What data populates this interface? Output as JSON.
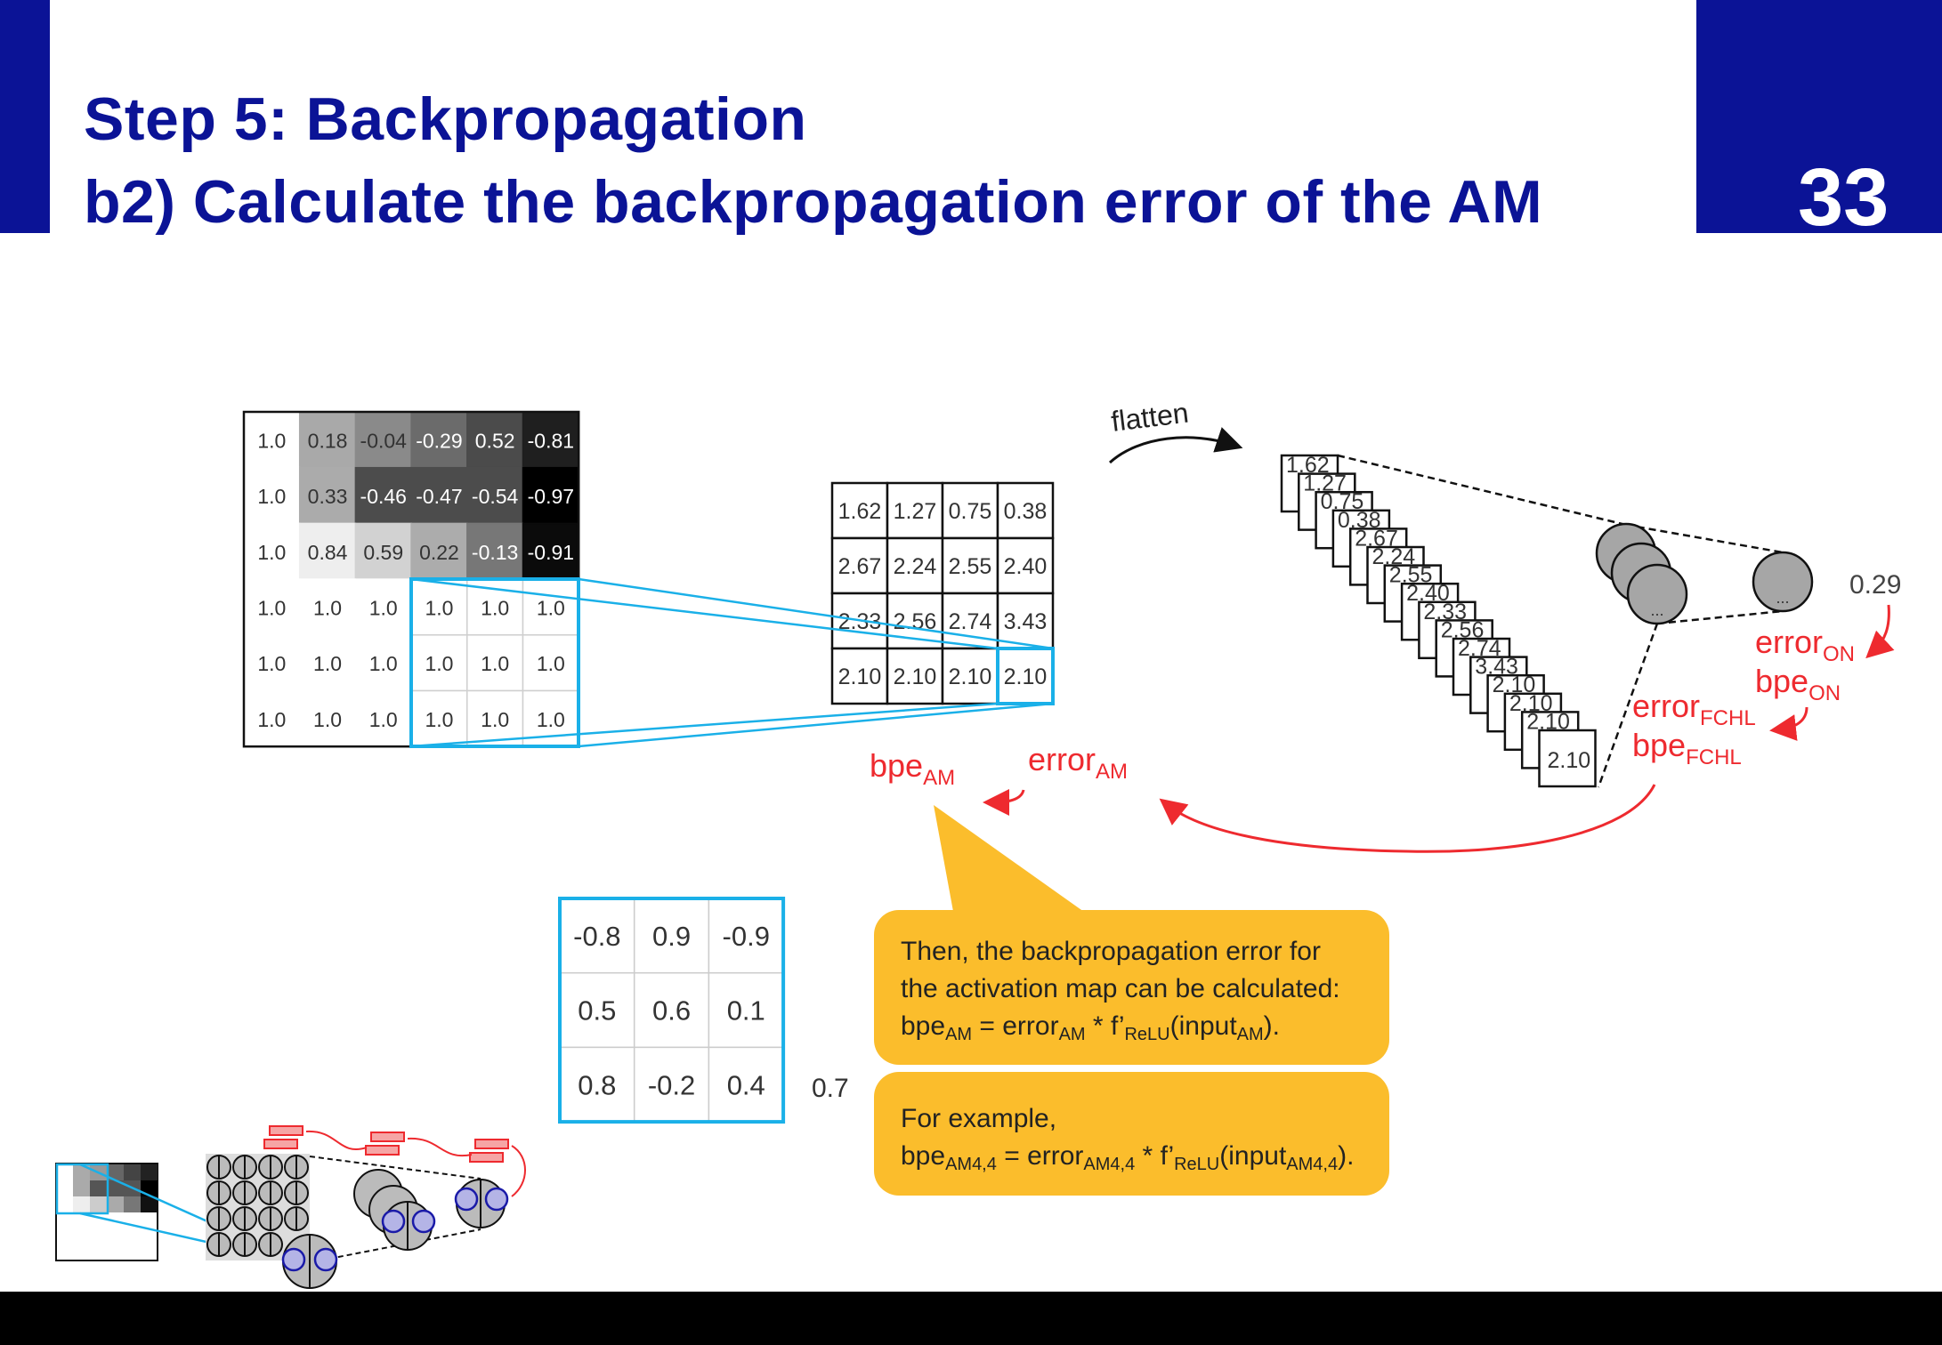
{
  "header": {
    "title_line1": "Step 5: Backpropagation",
    "title_line2": "b2) Calculate the backpropagation error of the AM",
    "page_number": "33",
    "accent_color": "#0b1396"
  },
  "input_matrix": {
    "values": [
      [
        "1.0",
        "0.18",
        "-0.04",
        "-0.29",
        "0.52",
        "-0.81"
      ],
      [
        "1.0",
        "0.33",
        "-0.46",
        "-0.47",
        "-0.54",
        "-0.97"
      ],
      [
        "1.0",
        "0.84",
        "0.59",
        "0.22",
        "-0.13",
        "-0.91"
      ],
      [
        "1.0",
        "1.0",
        "1.0",
        "1.0",
        "1.0",
        "1.0"
      ],
      [
        "1.0",
        "1.0",
        "1.0",
        "1.0",
        "1.0",
        "1.0"
      ],
      [
        "1.0",
        "1.0",
        "1.0",
        "1.0",
        "1.0",
        "1.0"
      ]
    ],
    "shades": [
      [
        "#ffffff",
        "#a9a9a9",
        "#8a8a8a",
        "#6b6b6b",
        "#4b4b4b",
        "#1f1f1f"
      ],
      [
        "#ffffff",
        "#ababab",
        "#4c4c4c",
        "#4c4c4c",
        "#4c4c4c",
        "#000000"
      ],
      [
        "#ffffff",
        "#eeeeee",
        "#d2d2d2",
        "#acacac",
        "#777777",
        "#0b0b0b"
      ],
      [
        "#ffffff",
        "#ffffff",
        "#ffffff",
        "#ffffff",
        "#ffffff",
        "#ffffff"
      ],
      [
        "#ffffff",
        "#ffffff",
        "#ffffff",
        "#ffffff",
        "#ffffff",
        "#ffffff"
      ],
      [
        "#ffffff",
        "#ffffff",
        "#ffffff",
        "#ffffff",
        "#ffffff",
        "#ffffff"
      ]
    ]
  },
  "activation_map": {
    "values": [
      [
        "1.62",
        "1.27",
        "0.75",
        "0.38"
      ],
      [
        "2.67",
        "2.24",
        "2.55",
        "2.40"
      ],
      [
        "2.33",
        "2.56",
        "2.74",
        "3.43"
      ],
      [
        "2.10",
        "2.10",
        "2.10",
        "2.10"
      ]
    ]
  },
  "flatten_label": "flatten",
  "flattened": [
    "1.62",
    "1.27",
    "0.75",
    "0.38",
    "2.67",
    "2.24",
    "2.55",
    "2.40",
    "2.33",
    "2.56",
    "2.74",
    "3.43",
    "2.10",
    "2.10",
    "2.10",
    "2.10"
  ],
  "neuron_ellipsis": "...",
  "output_value": "0.29",
  "labels": {
    "error": "error",
    "bpe": "bpe",
    "on": "ON",
    "fchl": "FCHL",
    "am": "AM"
  },
  "filter_matrix": {
    "values": [
      [
        "-0.8",
        "0.9",
        "-0.9"
      ],
      [
        "0.5",
        "0.6",
        "0.1"
      ],
      [
        "0.8",
        "-0.2",
        "0.4"
      ]
    ],
    "bias": "0.7"
  },
  "bubble1": {
    "line1": "Then, the backpropagation error for",
    "line2": "the activation map can be calculated:",
    "bpe": "bpe",
    "am": "AM",
    "eq": " = error",
    "mul": " * f’",
    "relu": "ReLU",
    "input": "(input",
    "end": ")."
  },
  "bubble2": {
    "line1": "For example,",
    "bpe": "bpe",
    "am44": "AM4,4",
    "eq": " = error",
    "mul": " * f’",
    "relu": "ReLU",
    "input": "(input",
    "end": ")."
  },
  "colors": {
    "highlight": "#1ab0e8",
    "error": "#ee2a2f",
    "bubble": "#fbbd2c"
  }
}
